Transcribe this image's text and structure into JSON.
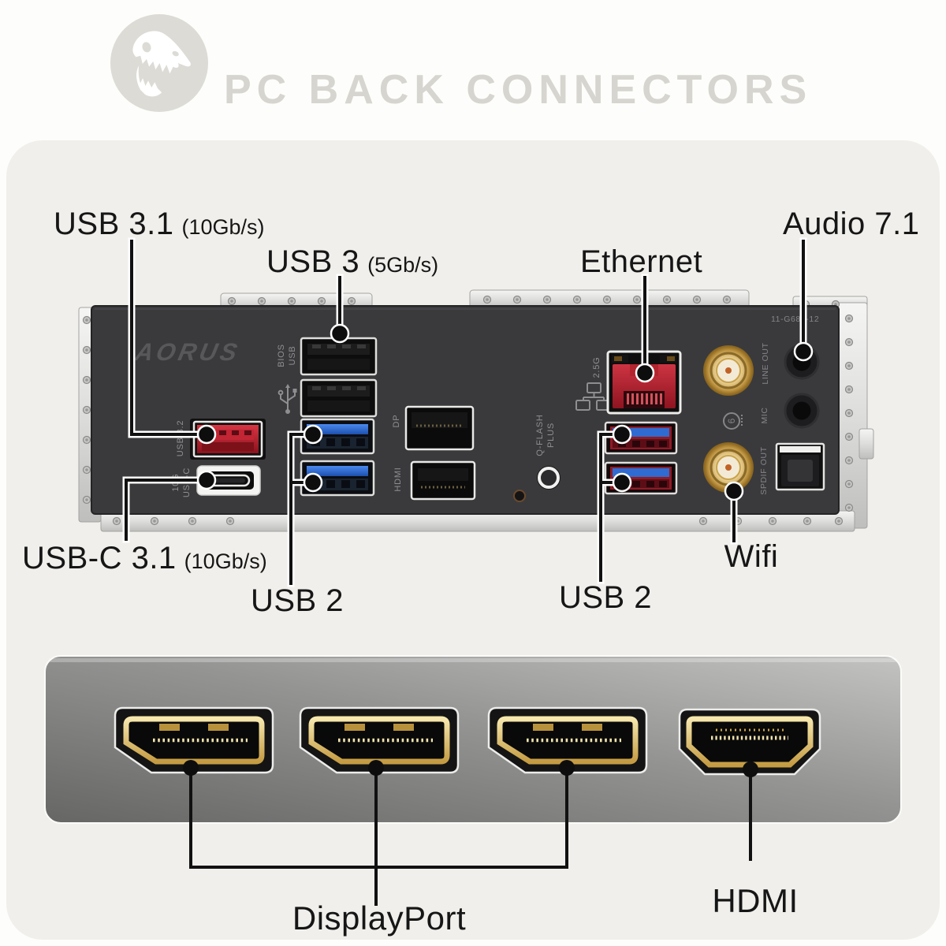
{
  "header": {
    "title": "PC BACK CONNECTORS",
    "logo": "aorus-skull-logo"
  },
  "colors": {
    "background": "#fdfdfb",
    "card": "#f0efeb",
    "title_gray": "#d6d5cf",
    "callout_black": "#111111",
    "board_panel": "#3a3a3c",
    "metal_silver": "#e0e0de",
    "usb_red": "#c92733",
    "usb_blue": "#3572d8",
    "ethernet_red": "#bb2734",
    "wifi_gold": "#d9b05c",
    "usbc_white": "#f4f4f2",
    "display_panel_gray": "#8f8f8d"
  },
  "callouts": {
    "usb31_label": "USB 3.1",
    "usb31_sub": "(10Gb/s)",
    "usb3_label": "USB 3",
    "usb3_sub": "(5Gb/s)",
    "ethernet_label": "Ethernet",
    "audio_label": "Audio 7.1",
    "usbc_label": "USB-C 3.1",
    "usbc_sub": "(10Gb/s)",
    "usb2_left_label": "USB 2",
    "usb2_right_label": "USB 2",
    "wifi_label": "Wifi",
    "displayport_label": "DisplayPort",
    "hdmi_label": "HDMI"
  },
  "board": {
    "brand": "AORUS",
    "model_code": "11-G682-12",
    "labels": {
      "bios_usb": [
        "BIOS",
        "USB"
      ],
      "usb32": "USB 3.2",
      "usbc": [
        "USB-C",
        "10G"
      ],
      "dp": "DP",
      "hdmi": "HDMI",
      "qflash": [
        "Q-FLASH",
        "PLUS"
      ],
      "lan": "2.5G",
      "line_out": "LINE OUT",
      "mic": "MIC",
      "spdif": "SPDIF OUT",
      "cert": "6"
    }
  }
}
